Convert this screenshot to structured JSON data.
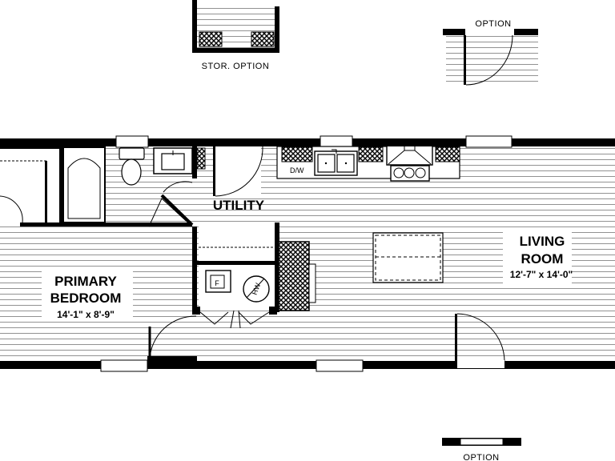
{
  "rooms": {
    "primary_bedroom": {
      "line1": "PRIMARY",
      "line2": "BEDROOM",
      "dims": "14'-1\" x 8'-9\""
    },
    "living_room": {
      "line1": "LIVING",
      "line2": "ROOM",
      "dims": "12'-7\" x 14'-0\""
    },
    "utility": {
      "label": "UTILITY"
    }
  },
  "options": {
    "storage": "STOR. OPTION",
    "door_top": "OPTION",
    "window_bottom": "OPTION"
  },
  "fixtures": {
    "dishwasher": "D/W",
    "water_heater": "HW",
    "furnace": "F"
  }
}
